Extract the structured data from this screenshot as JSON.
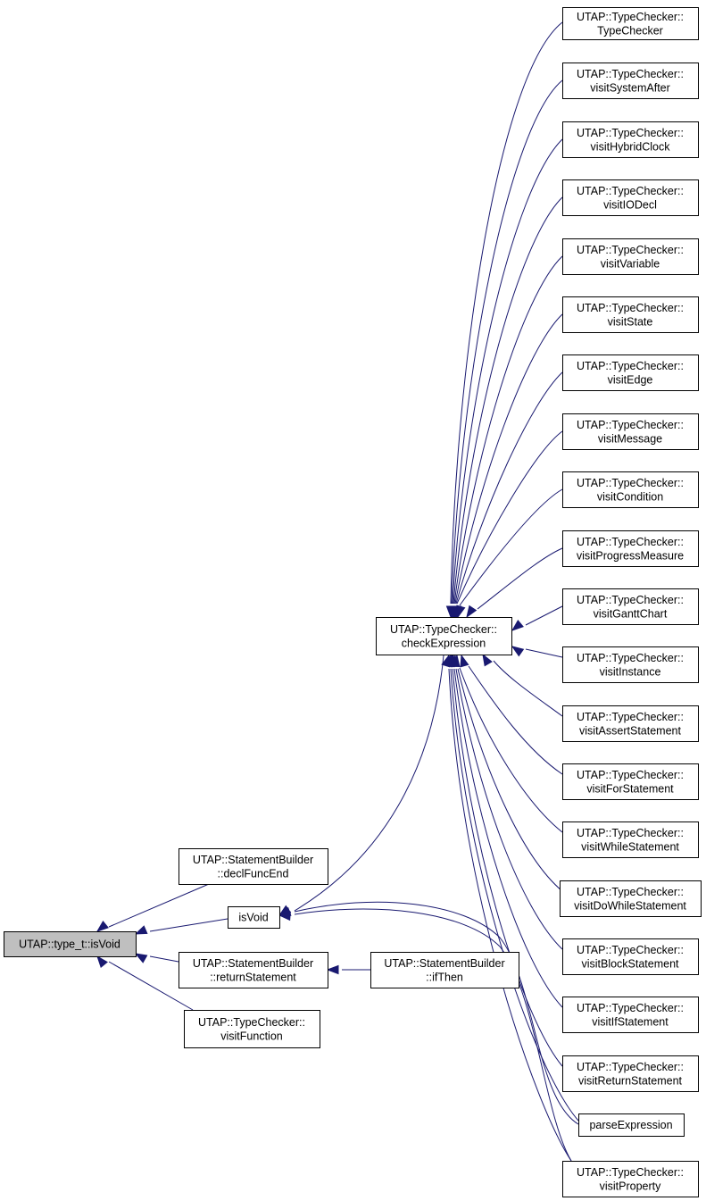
{
  "graph": {
    "root": {
      "id": "type_t_isvoid",
      "lines": [
        "UTAP::type_t::isVoid"
      ]
    },
    "nodes": [
      {
        "id": "decl_func_end",
        "lines": [
          "UTAP::StatementBuilder",
          "::declFuncEnd"
        ]
      },
      {
        "id": "is_void",
        "lines": [
          "isVoid"
        ]
      },
      {
        "id": "return_statement",
        "lines": [
          "UTAP::StatementBuilder",
          "::returnStatement"
        ]
      },
      {
        "id": "visit_function",
        "lines": [
          "UTAP::TypeChecker::",
          "visitFunction"
        ]
      },
      {
        "id": "if_then",
        "lines": [
          "UTAP::StatementBuilder",
          "::ifThen"
        ]
      },
      {
        "id": "check_expression",
        "lines": [
          "UTAP::TypeChecker::",
          "checkExpression"
        ]
      },
      {
        "id": "type_checker",
        "lines": [
          "UTAP::TypeChecker::",
          "TypeChecker"
        ]
      },
      {
        "id": "visit_system_after",
        "lines": [
          "UTAP::TypeChecker::",
          "visitSystemAfter"
        ]
      },
      {
        "id": "visit_hybrid_clock",
        "lines": [
          "UTAP::TypeChecker::",
          "visitHybridClock"
        ]
      },
      {
        "id": "visit_io_decl",
        "lines": [
          "UTAP::TypeChecker::",
          "visitIODecl"
        ]
      },
      {
        "id": "visit_variable",
        "lines": [
          "UTAP::TypeChecker::",
          "visitVariable"
        ]
      },
      {
        "id": "visit_state",
        "lines": [
          "UTAP::TypeChecker::",
          "visitState"
        ]
      },
      {
        "id": "visit_edge",
        "lines": [
          "UTAP::TypeChecker::",
          "visitEdge"
        ]
      },
      {
        "id": "visit_message",
        "lines": [
          "UTAP::TypeChecker::",
          "visitMessage"
        ]
      },
      {
        "id": "visit_condition",
        "lines": [
          "UTAP::TypeChecker::",
          "visitCondition"
        ]
      },
      {
        "id": "visit_progress_measure",
        "lines": [
          "UTAP::TypeChecker::",
          "visitProgressMeasure"
        ]
      },
      {
        "id": "visit_gantt_chart",
        "lines": [
          "UTAP::TypeChecker::",
          "visitGanttChart"
        ]
      },
      {
        "id": "visit_instance",
        "lines": [
          "UTAP::TypeChecker::",
          "visitInstance"
        ]
      },
      {
        "id": "visit_assert_statement",
        "lines": [
          "UTAP::TypeChecker::",
          "visitAssertStatement"
        ]
      },
      {
        "id": "visit_for_statement",
        "lines": [
          "UTAP::TypeChecker::",
          "visitForStatement"
        ]
      },
      {
        "id": "visit_while_statement",
        "lines": [
          "UTAP::TypeChecker::",
          "visitWhileStatement"
        ]
      },
      {
        "id": "visit_do_while_statement",
        "lines": [
          "UTAP::TypeChecker::",
          "visitDoWhileStatement"
        ]
      },
      {
        "id": "visit_block_statement",
        "lines": [
          "UTAP::TypeChecker::",
          "visitBlockStatement"
        ]
      },
      {
        "id": "visit_if_statement",
        "lines": [
          "UTAP::TypeChecker::",
          "visitIfStatement"
        ]
      },
      {
        "id": "visit_return_statement",
        "lines": [
          "UTAP::TypeChecker::",
          "visitReturnStatement"
        ]
      },
      {
        "id": "parse_expression",
        "lines": [
          "parseExpression"
        ]
      },
      {
        "id": "visit_property",
        "lines": [
          "UTAP::TypeChecker::",
          "visitProperty"
        ]
      }
    ],
    "edges": [
      {
        "from": "decl_func_end",
        "to": "type_t_isvoid"
      },
      {
        "from": "is_void",
        "to": "type_t_isvoid"
      },
      {
        "from": "return_statement",
        "to": "type_t_isvoid"
      },
      {
        "from": "visit_function",
        "to": "type_t_isvoid"
      },
      {
        "from": "if_then",
        "to": "return_statement"
      },
      {
        "from": "check_expression",
        "to": "is_void"
      },
      {
        "from": "parse_expression",
        "to": "is_void"
      },
      {
        "from": "visit_property",
        "to": "is_void"
      },
      {
        "from": "type_checker",
        "to": "check_expression"
      },
      {
        "from": "visit_system_after",
        "to": "check_expression"
      },
      {
        "from": "visit_hybrid_clock",
        "to": "check_expression"
      },
      {
        "from": "visit_io_decl",
        "to": "check_expression"
      },
      {
        "from": "visit_variable",
        "to": "check_expression"
      },
      {
        "from": "visit_state",
        "to": "check_expression"
      },
      {
        "from": "visit_edge",
        "to": "check_expression"
      },
      {
        "from": "visit_message",
        "to": "check_expression"
      },
      {
        "from": "visit_condition",
        "to": "check_expression"
      },
      {
        "from": "visit_progress_measure",
        "to": "check_expression"
      },
      {
        "from": "visit_gantt_chart",
        "to": "check_expression"
      },
      {
        "from": "visit_instance",
        "to": "check_expression"
      },
      {
        "from": "visit_assert_statement",
        "to": "check_expression"
      },
      {
        "from": "visit_for_statement",
        "to": "check_expression"
      },
      {
        "from": "visit_while_statement",
        "to": "check_expression"
      },
      {
        "from": "visit_do_while_statement",
        "to": "check_expression"
      },
      {
        "from": "visit_block_statement",
        "to": "check_expression"
      },
      {
        "from": "visit_if_statement",
        "to": "check_expression"
      },
      {
        "from": "visit_return_statement",
        "to": "check_expression"
      },
      {
        "from": "parse_expression",
        "to": "check_expression"
      },
      {
        "from": "visit_property",
        "to": "check_expression"
      }
    ],
    "colors": {
      "edge": "#191970",
      "root_fill": "#bfbfbf",
      "node_fill": "#ffffff",
      "node_border": "#000000"
    }
  }
}
